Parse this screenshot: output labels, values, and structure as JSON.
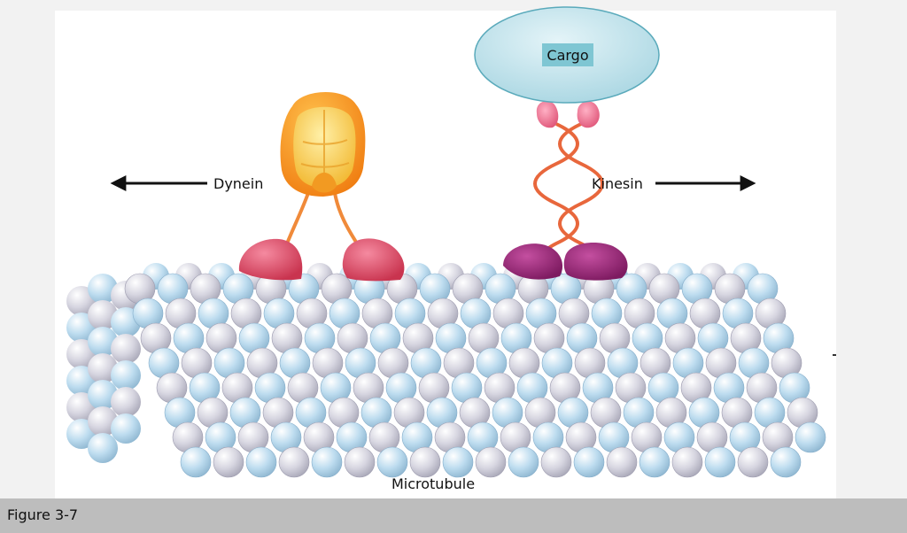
{
  "diagram": {
    "labels": {
      "cargo": "Cargo",
      "dynein": "Dynein",
      "kinesin": "Kinesin",
      "microtubule": "Microtubule"
    },
    "colors": {
      "cargo_fill": "#bfe2ea",
      "cargo_label_bg": "#7fc6d3",
      "dynein_head": "#f5a623",
      "dynein_core": "#ffd45a",
      "dynein_feet": "#e2526f",
      "kinesin_stalk": "#e8673c",
      "kinesin_feet": "#a52b81",
      "kinesin_neck": "#f06e8f",
      "tubulin_alpha": "#d6d5e0",
      "tubulin_beta": "#bddcef"
    }
  },
  "caption": {
    "text": "Figure 3-7"
  }
}
